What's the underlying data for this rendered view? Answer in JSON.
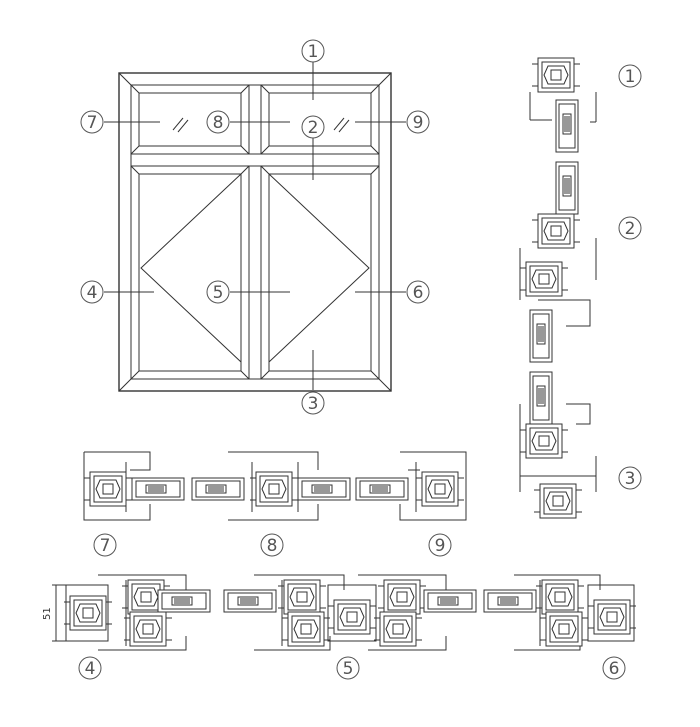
{
  "callouts": {
    "c1": "1",
    "c2": "2",
    "c3": "3",
    "c4": "4",
    "c5": "5",
    "c6": "6",
    "c7": "7",
    "c8": "8",
    "c9": "9"
  },
  "sections_right": {
    "s1": "1",
    "s2": "2",
    "s3": "3"
  },
  "sections_mid": {
    "s7": "7",
    "s8": "8",
    "s9": "9"
  },
  "sections_bottom": {
    "s4": "4",
    "s5": "5",
    "s6": "6"
  },
  "dimension": {
    "width": "51"
  },
  "colors": {
    "line": "#333333",
    "callout": "#555555",
    "background": "#ffffff"
  }
}
